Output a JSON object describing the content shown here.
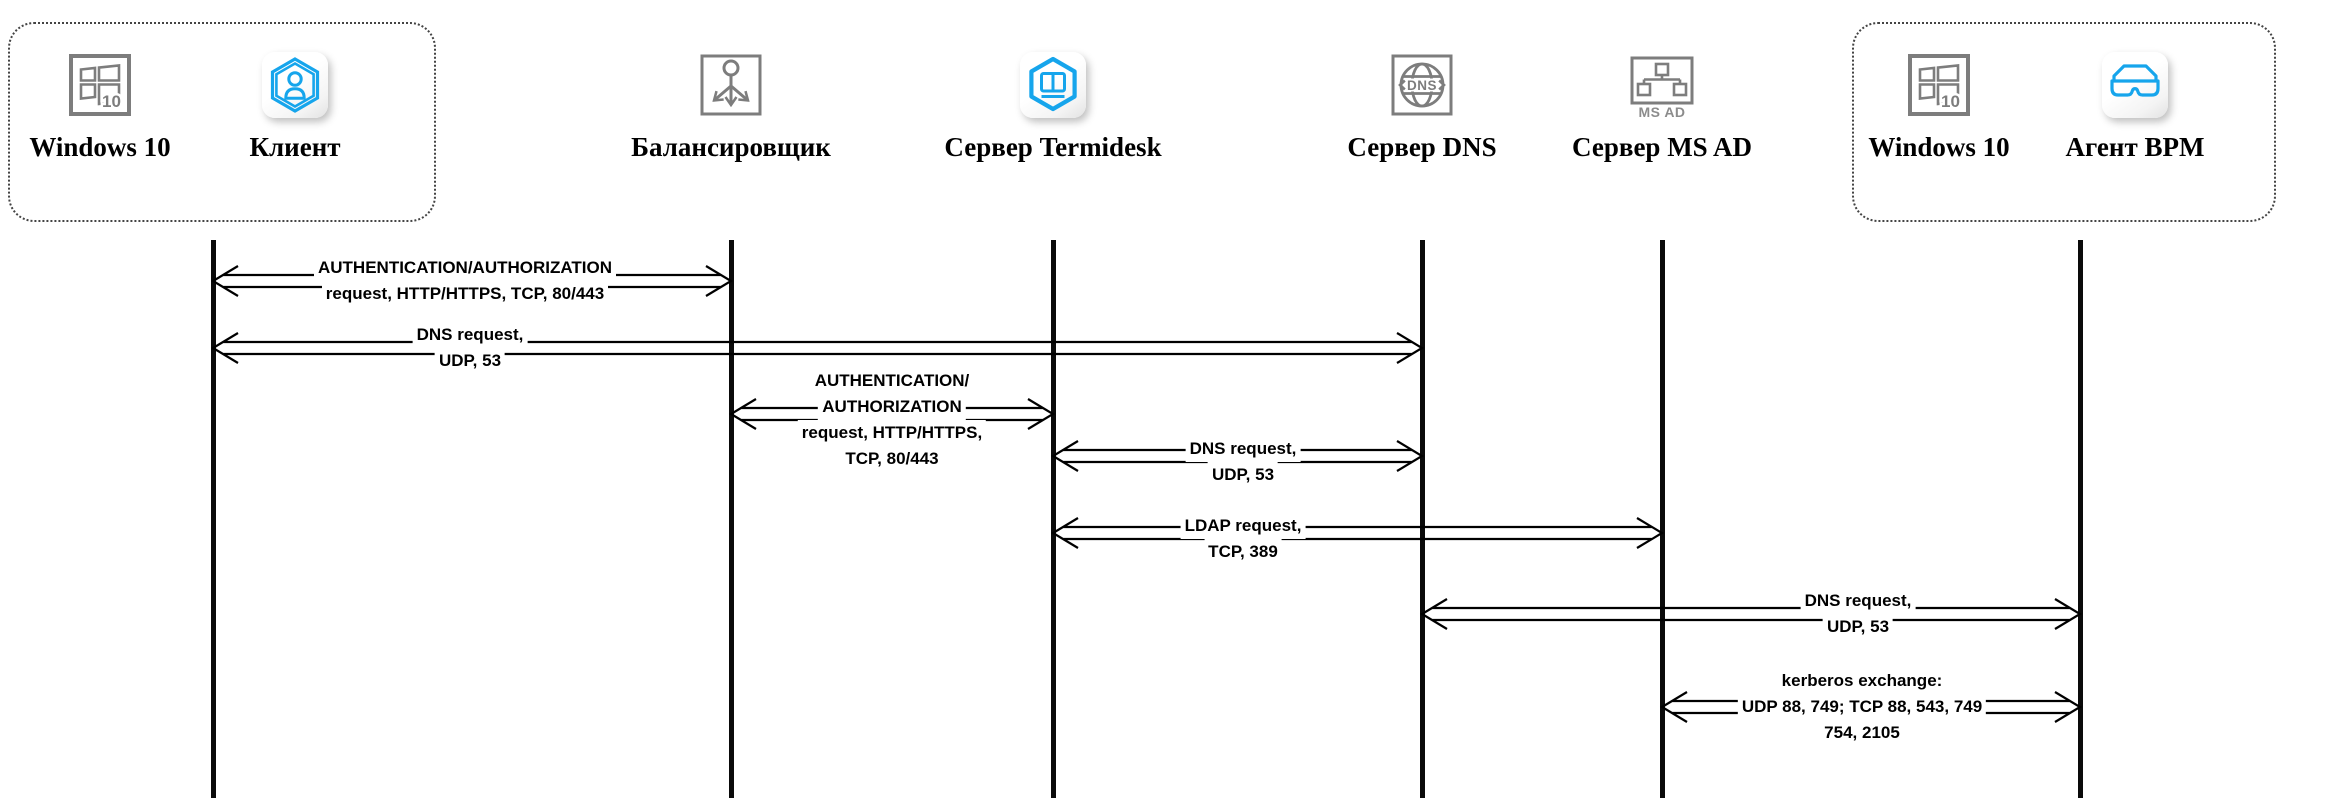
{
  "colors": {
    "accent_blue": "#16A5EC",
    "icon_gray": "#7d7d7d",
    "line_black": "#000000",
    "background": "#ffffff"
  },
  "actors": [
    {
      "label": "Windows 10",
      "icon": "windows-10-icon",
      "badge": "10"
    },
    {
      "label": "Клиент",
      "icon": "client-hexagon-user-icon"
    },
    {
      "label": "Балансировщик",
      "icon": "load-balancer-icon"
    },
    {
      "label": "Сервер Termidesk",
      "icon": "termidesk-hexagon-icon"
    },
    {
      "label": "Сервер DNS",
      "icon": "dns-globe-icon",
      "badge": "DNS"
    },
    {
      "label": "Сервер MS AD",
      "icon": "ms-ad-tree-icon",
      "badge": "MS AD"
    },
    {
      "label": "Windows 10",
      "icon": "windows-10-icon",
      "badge": "10"
    },
    {
      "label": "Агент BPM",
      "icon": "bpm-agent-glasses-icon"
    }
  ],
  "groups": [
    {
      "members": [
        "Windows 10",
        "Клиент"
      ]
    },
    {
      "members": [
        "Windows 10",
        "Агент BPM"
      ]
    }
  ],
  "messages": [
    {
      "between": [
        "Клиент",
        "Балансировщик"
      ],
      "lines": [
        "AUTHENTICATION/AUTHORIZATION",
        "request, HTTP/HTTPS, TCP, 80/443"
      ]
    },
    {
      "between": [
        "Клиент",
        "Сервер DNS"
      ],
      "lines": [
        "DNS request,",
        "UDP, 53"
      ]
    },
    {
      "between": [
        "Балансировщик",
        "Сервер Termidesk"
      ],
      "lines": [
        "AUTHENTICATION/",
        "AUTHORIZATION",
        "request, HTTP/HTTPS,",
        "TCP, 80/443"
      ]
    },
    {
      "between": [
        "Сервер Termidesk",
        "Сервер DNS"
      ],
      "lines": [
        "DNS request,",
        "UDP, 53"
      ]
    },
    {
      "between": [
        "Сервер Termidesk",
        "Сервер MS AD"
      ],
      "lines": [
        "LDAP request,",
        "TCP, 389"
      ]
    },
    {
      "between": [
        "Сервер DNS",
        "Агент BPM"
      ],
      "lines": [
        "DNS request,",
        "UDP, 53"
      ]
    },
    {
      "between": [
        "Сервер MS AD",
        "Агент BPM"
      ],
      "lines": [
        "kerberos exchange:",
        "UDP 88, 749; TCP 88, 543, 749",
        "754, 2105"
      ]
    }
  ]
}
